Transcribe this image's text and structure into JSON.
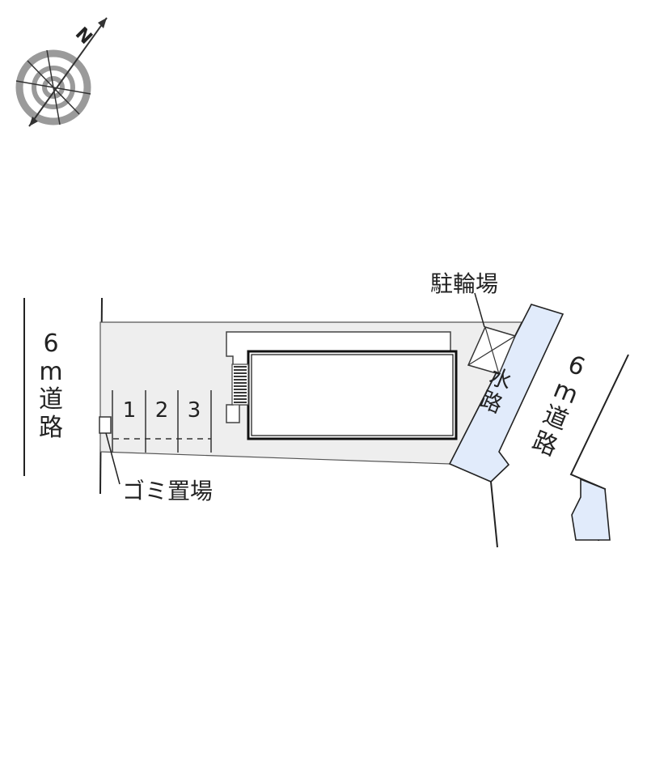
{
  "compass": {
    "north_label": "N",
    "icon": "compass-rose"
  },
  "roads": {
    "left": {
      "width_label": "6",
      "unit_label": "m",
      "name_chars": [
        "道",
        "路"
      ]
    },
    "right": {
      "width_label": "6",
      "unit_label": "m",
      "name_chars": [
        "道",
        "路"
      ]
    }
  },
  "canal": {
    "name_chars": [
      "水",
      "路"
    ]
  },
  "facilities": {
    "bicycle_parking": "駐輪場",
    "garbage_area": "ゴミ置場"
  },
  "parking_slots": [
    "1",
    "2",
    "3"
  ],
  "colors": {
    "lot_fill": "#eeeeee",
    "canal_fill": "#e1ebfb",
    "line": "#222222",
    "compass_gray": "#9a9a9a"
  }
}
